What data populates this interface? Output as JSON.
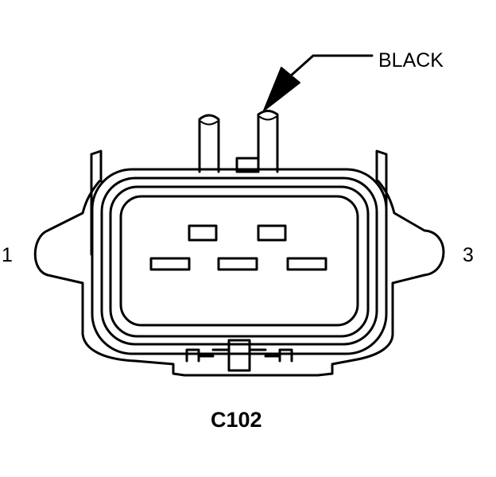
{
  "wire_color_label": "BLACK",
  "pin_labels": {
    "left": "1",
    "right": "3"
  },
  "connector_id": "C102",
  "colors": {
    "line": "#000000",
    "background": "#ffffff"
  }
}
